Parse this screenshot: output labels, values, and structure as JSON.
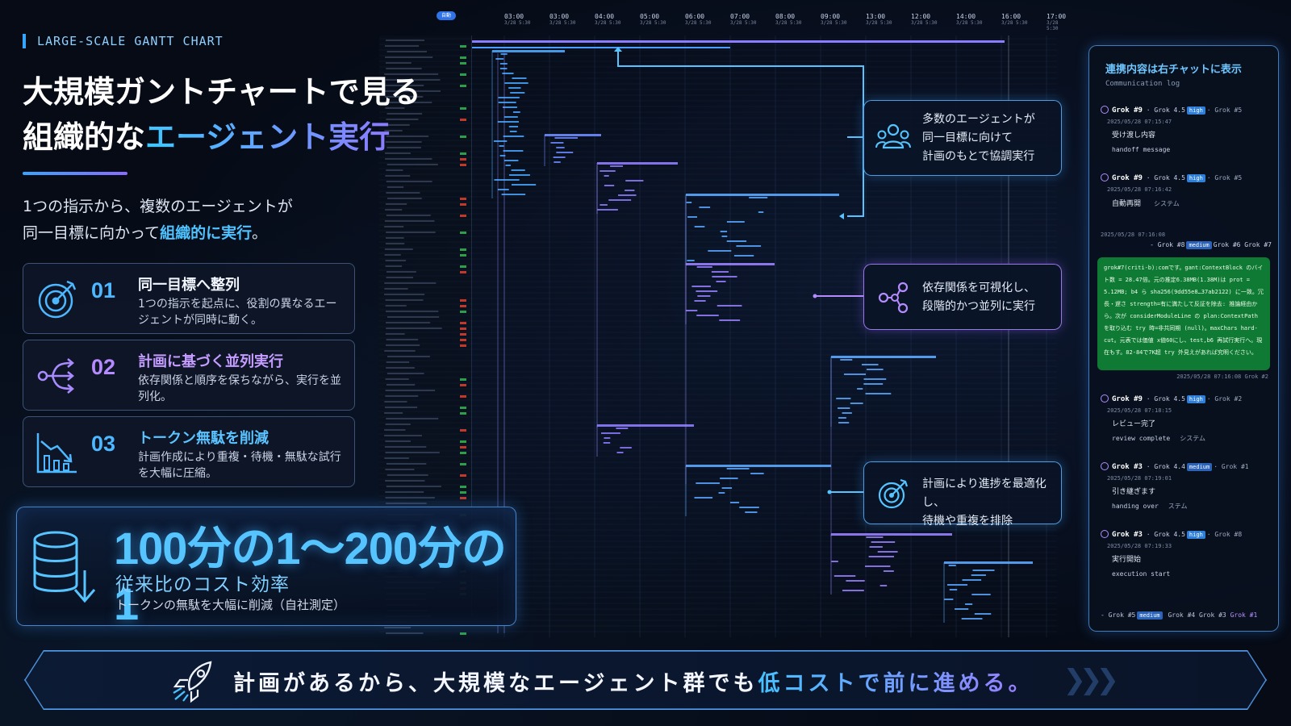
{
  "kicker": "LARGE-SCALE GANTT CHART",
  "headline": {
    "line1": "大規模ガントチャートで見る",
    "line2_plain": "組織的な",
    "line2_accent": "エージェント実行"
  },
  "lead": {
    "line1": "1つの指示から、複数のエージェントが",
    "line2_plain": "同一目標に向かって",
    "line2_accent": "組織的に実行",
    "line2_end": "。"
  },
  "features": [
    {
      "num": "01",
      "title": "同一目標へ整列",
      "desc": "1つの指示を起点に、役割の異なるエージェントが同時に動く。",
      "icon": "target-icon"
    },
    {
      "num": "02",
      "title": "計画に基づく並列実行",
      "desc": "依存関係と順序を保ちながら、実行を並列化。",
      "icon": "split-arrows-icon"
    },
    {
      "num": "03",
      "title": "トークン無駄を削減",
      "desc": "計画作成により重複・待機・無駄な試行を大幅に圧縮。",
      "icon": "chart-down-icon"
    }
  ],
  "cost": {
    "big": "100分の1〜200分の1",
    "sub": "従来比のコスト効率",
    "note": "トークンの無駄を大幅に削減（自社測定）",
    "icon": "database-down-icon"
  },
  "gantt": {
    "pill": "自動",
    "times": [
      {
        "t": "03:00",
        "d": "3/28 5:30"
      },
      {
        "t": "03:00",
        "d": "3/28 5:30"
      },
      {
        "t": "04:00",
        "d": "3/28 5:30"
      },
      {
        "t": "05:00",
        "d": "3/28 5:30"
      },
      {
        "t": "06:00",
        "d": "3/28 5:30"
      },
      {
        "t": "07:00",
        "d": "3/28 5:30"
      },
      {
        "t": "08:00",
        "d": "3/28 5:30"
      },
      {
        "t": "09:00",
        "d": "3/28 5:30"
      },
      {
        "t": "13:00",
        "d": "3/28 5:30"
      },
      {
        "t": "12:00",
        "d": "3/28 5:30"
      },
      {
        "t": "14:00",
        "d": "3/28 5:30"
      },
      {
        "t": "16:00",
        "d": "3/28 5:30"
      },
      {
        "t": "17:00",
        "d": "3/28 5:30"
      }
    ]
  },
  "callouts": [
    {
      "text_lines": [
        "多数のエージェントが",
        "同一目標に向けて",
        "計画のもとで協調実行"
      ],
      "icon": "people-group-icon"
    },
    {
      "text_lines": [
        "依存関係を可視化し、",
        "段階的かつ並列に実行"
      ],
      "icon": "share-nodes-icon"
    },
    {
      "text_lines": [
        "計画により進捗を最適化し、",
        "待機や重複を排除"
      ],
      "icon": "target-icon"
    }
  ],
  "chat": {
    "title": "連携内容は右チャットに表示",
    "subtitle": "Communication log",
    "messages": [
      {
        "from": "Grok #9",
        "model": "Grok 4.5",
        "tag": "high",
        "to": "Grok #5",
        "time": "2025/05/28 07:15:47",
        "body": "受け渡し内容",
        "body2": "handoff message",
        "sys": ""
      },
      {
        "from": "Grok #9",
        "model": "Grok 4.5",
        "tag": "high",
        "to": "Grok #5",
        "time": "2025/05/28 07:16:42",
        "body": "自動再開",
        "body2": "",
        "sys": "システム"
      },
      {
        "from": "Grok #9",
        "model": "Grok 4.5",
        "tag": "high",
        "to": "Grok #2",
        "time": "2025/05/28 07:18:15",
        "body": "レビュー完了",
        "body2": "review complete",
        "sys": "システム"
      },
      {
        "from": "Grok #3",
        "model": "Grok 4.4",
        "tag": "medium",
        "to": "Grok #1",
        "time": "2025/05/28 07:19:01",
        "body": "引き継ぎます",
        "body2": "handing over",
        "sys": "ステム"
      },
      {
        "from": "Grok #3",
        "model": "Grok 4.5",
        "tag": "high",
        "to": "Grok #8",
        "time": "2025/05/28 07:19:33",
        "body": "実行開始",
        "body2": "execution start",
        "sys": ""
      }
    ],
    "mid_time": "2025/05/28 07:16:08",
    "mid_route": "- Grok #8",
    "mid_tag": "medium",
    "mid_to": "Grok #6 Grok #7",
    "green_text": "grok#7(criti-b):comです。gant:ContextBlock のバイト数 = 28.47倍。元の推定6.38MB(1.38M)は prot = 5.12MB; b4 ら sha256(9dd55e8…37ab2122) に一致。冗長・遅さ strength=有に満たして反証を除去: 推論経由から。次が considerModuleLine の plan:ContextPath を取り込む try 時=非共同期 (null)。maxChars hard-cut。元表では価値 x値60にし、test,b6 再試行実行へ。現在もす。82-84で7K超 try 外見えがあれば究明ください。",
    "green_time": "2025/05/28 07:16:08 Grok #2",
    "footer": {
      "a": "- Grok #5",
      "tag": "medium",
      "b": "Grok #4",
      "c": "Grok #3",
      "d": "Grok #1"
    }
  },
  "banner": {
    "plain": "計画があるから、大規模なエージェント群でも",
    "accent": "低コストで前に進める。",
    "icon": "rocket-icon"
  },
  "colors": {
    "accent_blue": "#4db8ff",
    "accent_violet": "#b58bff",
    "bg": "#060b16",
    "chat_green": "#0f7a33"
  }
}
